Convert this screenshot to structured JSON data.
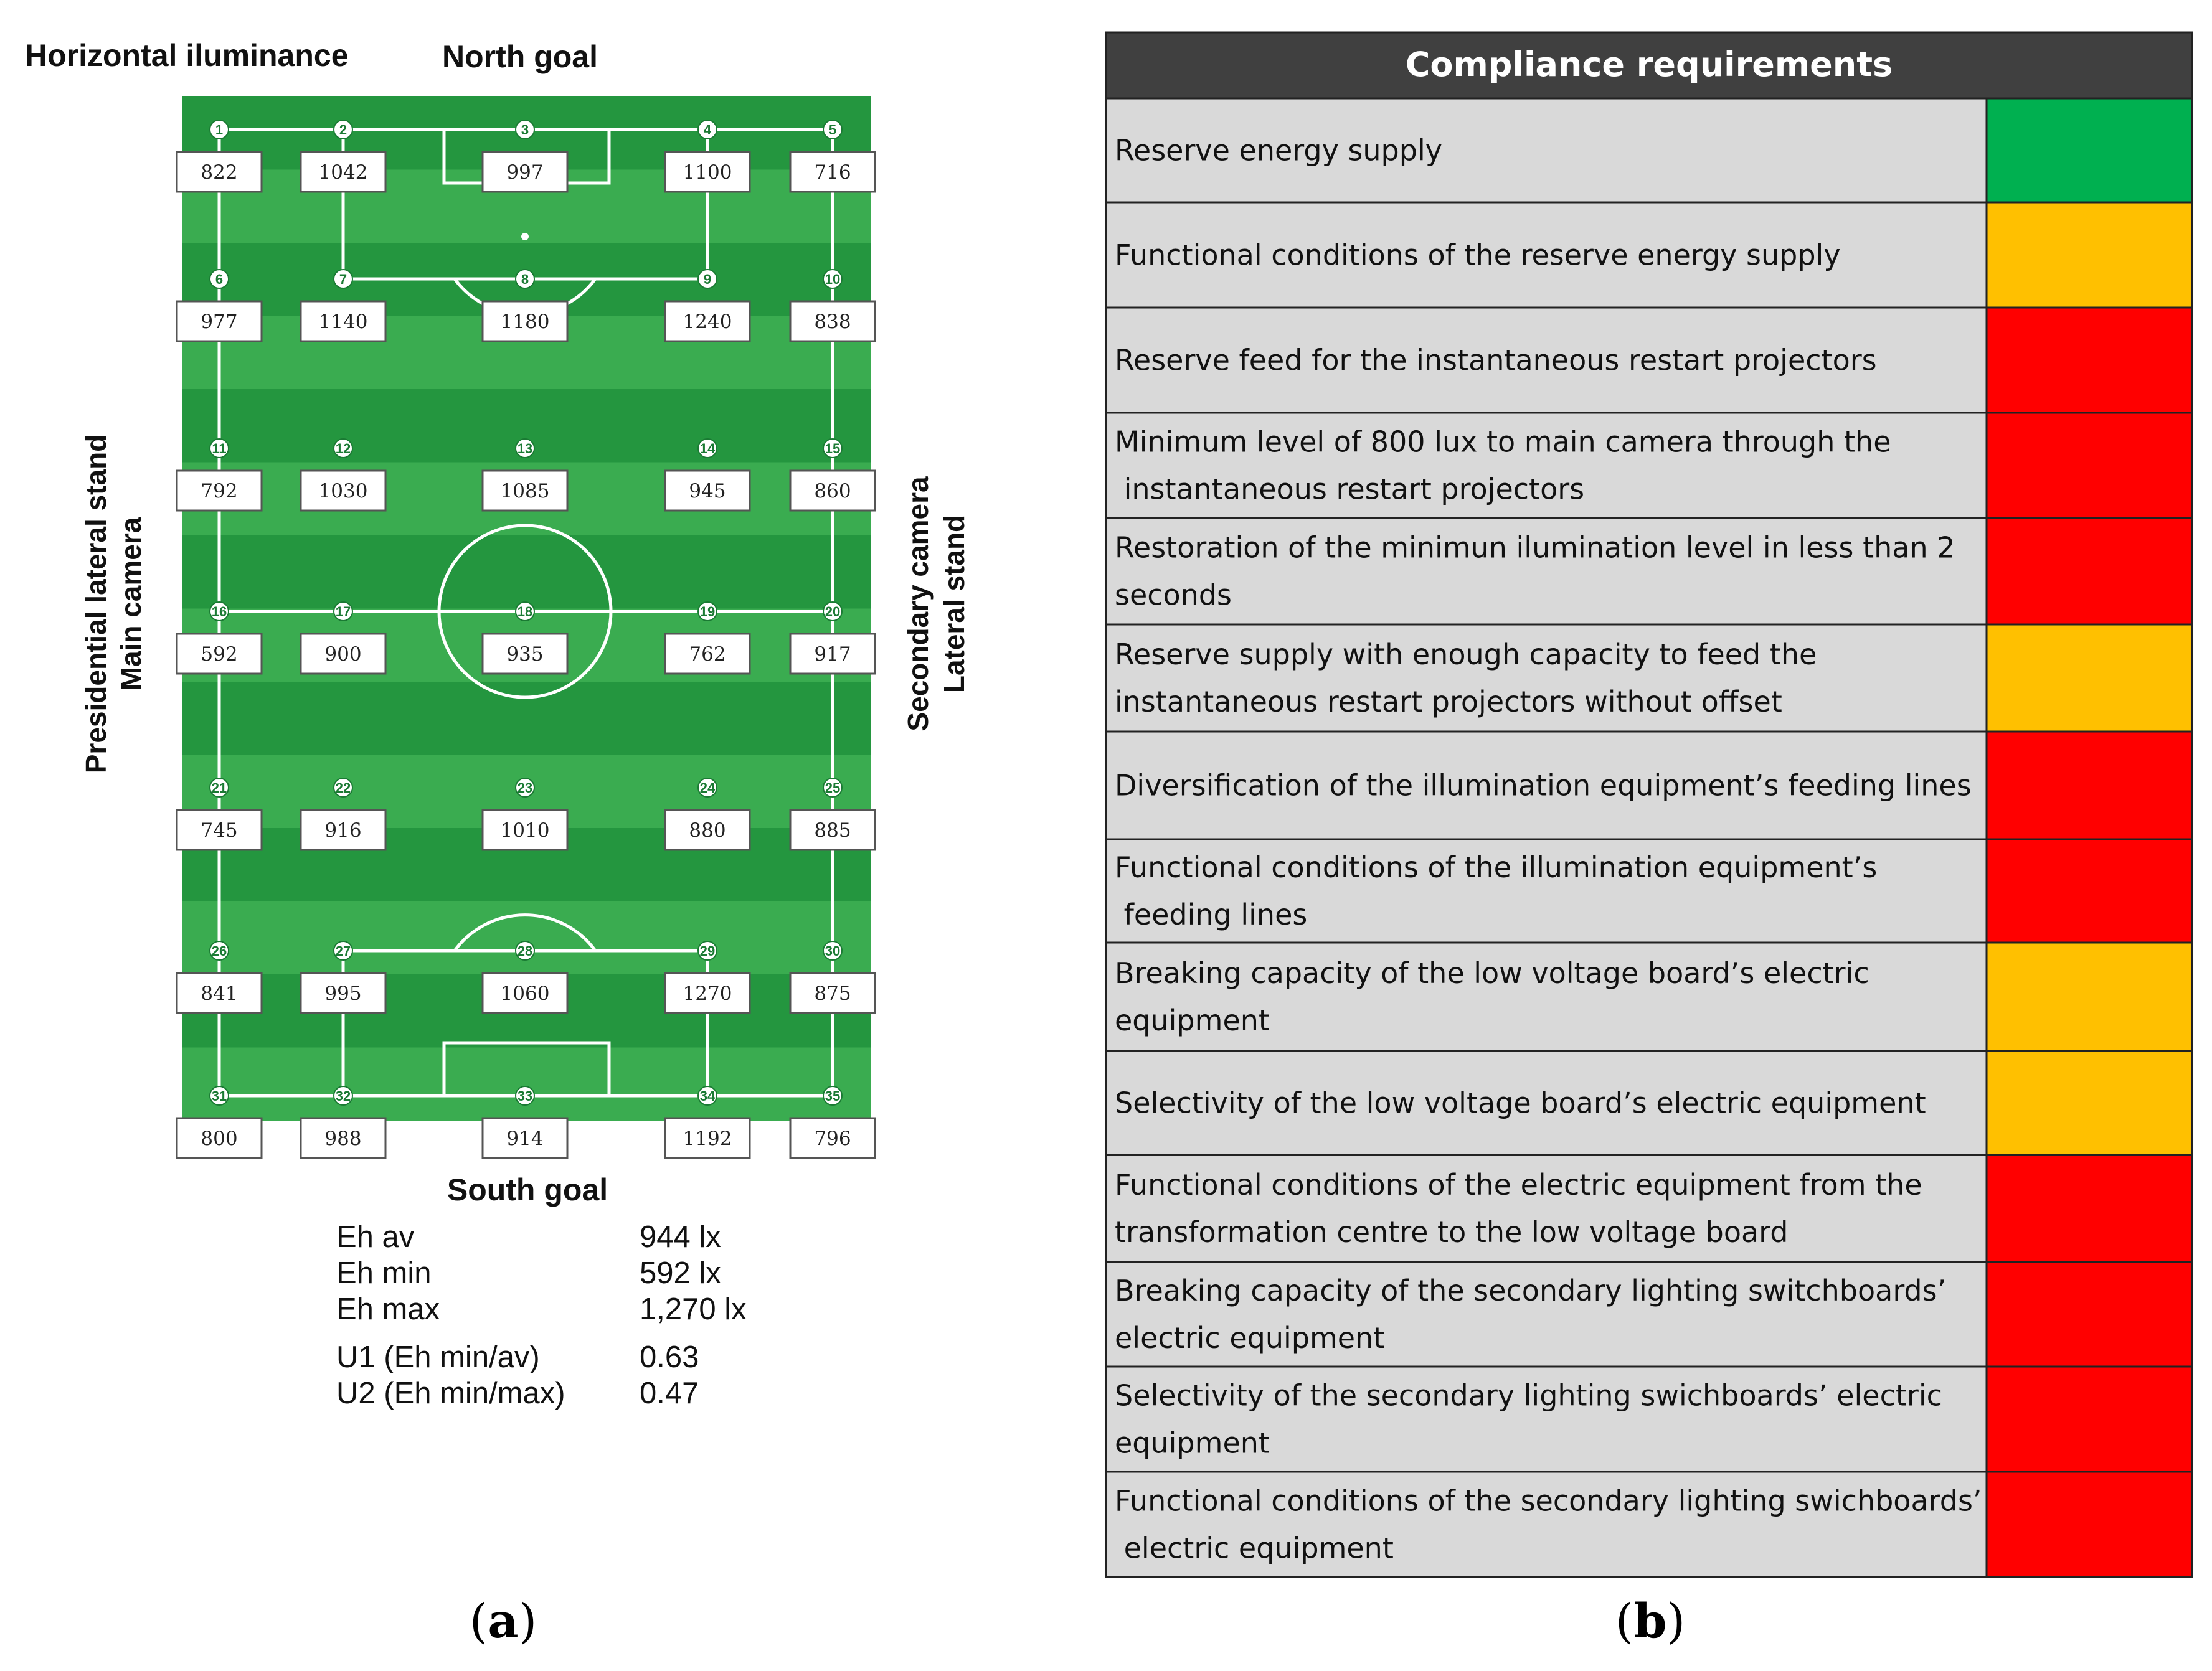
{
  "panel_a": {
    "title": "Horizontal iluminance",
    "north_label": "North goal",
    "south_label": "South goal",
    "left_label_1": "Presidential lateral stand",
    "left_label_2": "Main camera",
    "right_label_1": "Secondary camera",
    "right_label_2": "Lateral stand",
    "colors": {
      "field_dark": "#24963f",
      "field_light": "#3aac50",
      "lines": "#ffffff"
    },
    "grid_values": [
      [
        "822",
        "1042",
        "997",
        "1100",
        "716"
      ],
      [
        "977",
        "1140",
        "1180",
        "1240",
        "838"
      ],
      [
        "792",
        "1030",
        "1085",
        "945",
        "860"
      ],
      [
        "592",
        "900",
        "935",
        "762",
        "917"
      ],
      [
        "745",
        "916",
        "1010",
        "880",
        "885"
      ],
      [
        "841",
        "995",
        "1060",
        "1270",
        "875"
      ],
      [
        "800",
        "988",
        "914",
        "1192",
        "796"
      ]
    ],
    "point_numbers": [
      [
        "1",
        "2",
        "3",
        "4",
        "5"
      ],
      [
        "6",
        "7",
        "8",
        "9",
        "10"
      ],
      [
        "11",
        "12",
        "13",
        "14",
        "15"
      ],
      [
        "16",
        "17",
        "18",
        "19",
        "20"
      ],
      [
        "21",
        "22",
        "23",
        "24",
        "25"
      ],
      [
        "26",
        "27",
        "28",
        "29",
        "30"
      ],
      [
        "31",
        "32",
        "33",
        "34",
        "35"
      ]
    ],
    "stats": [
      {
        "label": "Eh av",
        "value": "944 lx"
      },
      {
        "label": "Eh min",
        "value": "592 lx"
      },
      {
        "label": "Eh max",
        "value": "1,270 lx"
      },
      {
        "label": "U1 (Eh min/av)",
        "value": "0.63"
      },
      {
        "label": "U2 (Eh min/max)",
        "value": "0.47"
      }
    ],
    "caption_letter": "a"
  },
  "panel_b": {
    "title": "Compliance  requirements",
    "colors": {
      "header": "#404040",
      "row_bg": "#d9d9d9",
      "green": "#00b050",
      "amber": "#ffc000",
      "red": "#ff0000"
    },
    "rows": [
      {
        "lines": [
          "Reserve energy supply"
        ],
        "status": "green"
      },
      {
        "lines": [
          "Functional conditions of the reserve energy supply"
        ],
        "status": "amber"
      },
      {
        "lines": [
          "Reserve feed for the instantaneous restart projectors"
        ],
        "status": "red"
      },
      {
        "lines": [
          "Minimum level of 800 lux to main camera through the",
          " instantaneous restart projectors"
        ],
        "status": "red"
      },
      {
        "lines": [
          "Restoration of the minimun ilumination level in less than 2",
          "seconds"
        ],
        "status": "red"
      },
      {
        "lines": [
          "Reserve supply with enough capacity to feed the",
          "instantaneous restart projectors without offset"
        ],
        "status": "amber"
      },
      {
        "lines": [
          "Diversification of the illumination equipment’s feeding lines"
        ],
        "status": "red"
      },
      {
        "lines": [
          "Functional conditions of the illumination equipment’s",
          " feeding lines"
        ],
        "status": "red"
      },
      {
        "lines": [
          "Breaking capacity of the low voltage board’s electric",
          "equipment"
        ],
        "status": "amber"
      },
      {
        "lines": [
          "Selectivity of the low voltage board’s electric equipment"
        ],
        "status": "amber"
      },
      {
        "lines": [
          "Functional conditions of the electric equipment from the",
          "transformation centre to the low voltage board"
        ],
        "status": "red"
      },
      {
        "lines": [
          "Breaking capacity of the secondary lighting switchboards’",
          "electric equipment"
        ],
        "status": "red"
      },
      {
        "lines": [
          "Selectivity of the secondary lighting swichboards’ electric",
          "equipment"
        ],
        "status": "red"
      },
      {
        "lines": [
          "Functional conditions of the secondary lighting swichboards’",
          " electric equipment"
        ],
        "status": "red"
      }
    ],
    "caption_letter": "b"
  }
}
